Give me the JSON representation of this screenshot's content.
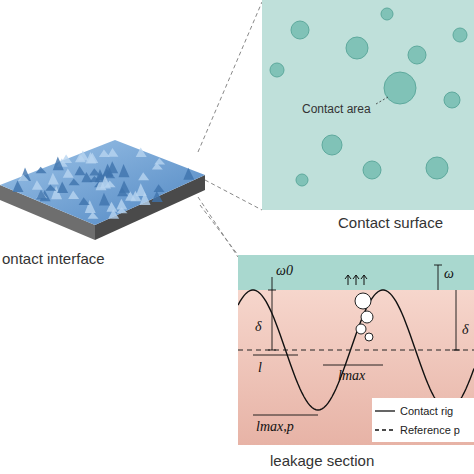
{
  "diagram": {
    "nodes": [
      {
        "text": [
          "ontact interface"
        ]
      },
      {
        "text": [
          "Contact surface"
        ]
      },
      {
        "text": [
          "leakage section"
        ]
      }
    ],
    "edges": [
      {
        "from": 0,
        "to": 1,
        "arrow": "none"
      },
      {
        "from": 0,
        "to": 2,
        "arrow": "none"
      }
    ],
    "labels": [
      "Contact area",
      "ω0",
      "δ",
      "l",
      "lmax",
      "lmax,p",
      "ω",
      "δ"
    ],
    "legend": [
      {
        "text": "Contact rig"
      },
      {
        "text": "Reference p"
      }
    ]
  }
}
